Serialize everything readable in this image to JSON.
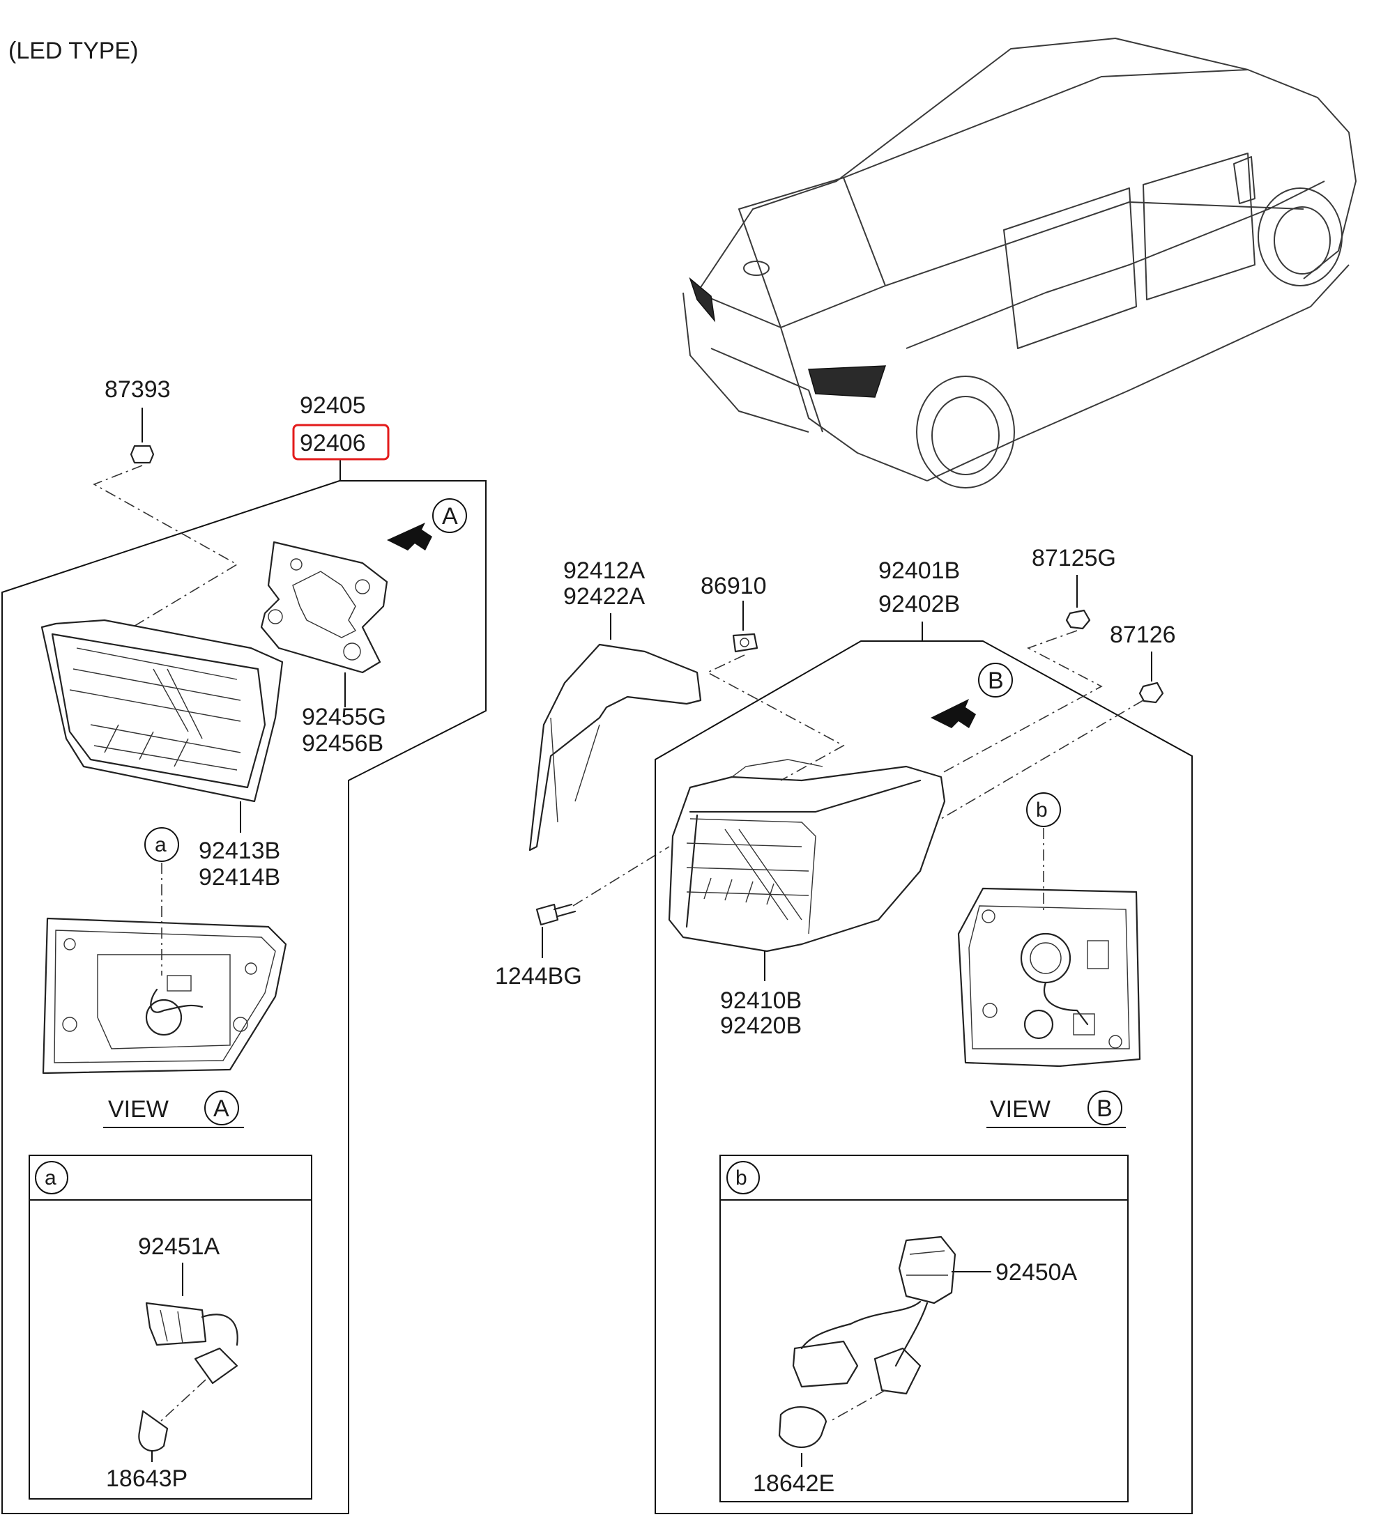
{
  "header": {
    "variant": "(LED TYPE)"
  },
  "parts": {
    "p87393": "87393",
    "p92405": "92405",
    "p92406": "92406",
    "p92455G": "92455G",
    "p92456B": "92456B",
    "p92413B": "92413B",
    "p92414B": "92414B",
    "p92412A": "92412A",
    "p92422A": "92422A",
    "p86910": "86910",
    "p92401B": "92401B",
    "p92402B": "92402B",
    "p87125G": "87125G",
    "p87126": "87126",
    "p1244BG": "1244BG",
    "p92410B": "92410B",
    "p92420B": "92420B",
    "p92451A": "92451A",
    "p18643P": "18643P",
    "p92450A": "92450A",
    "p18642E": "18642E"
  },
  "callouts": {
    "A": "A",
    "B": "B",
    "a": "a",
    "b": "b"
  },
  "views": {
    "view_word": "VIEW"
  },
  "highlight": {
    "part_key": "p92406",
    "color": "#e31b1b"
  }
}
